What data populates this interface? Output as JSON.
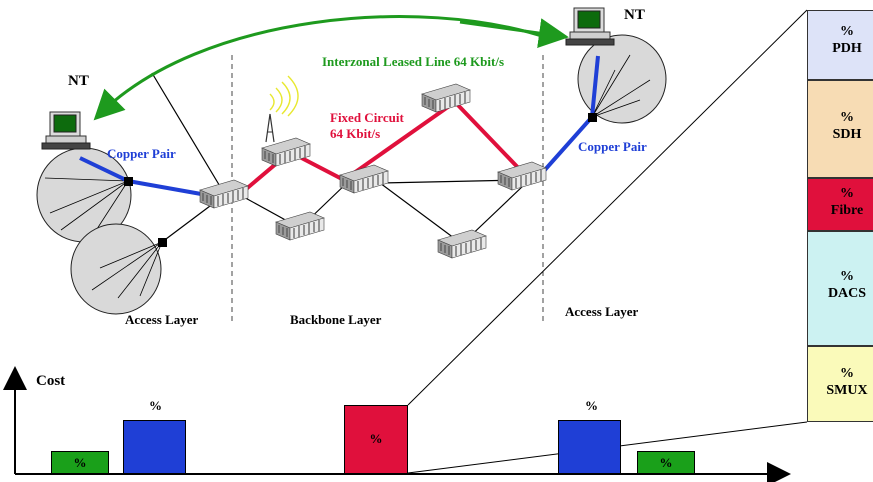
{
  "labels": {
    "nt_left": "NT",
    "nt_right": "NT",
    "copper_left": "Copper Pair",
    "copper_right": "Copper Pair",
    "interzonal": "Interzonal Leased Line 64 Kbit/s",
    "fixed_circuit_1": "Fixed Circuit",
    "fixed_circuit_2": "64 Kbit/s",
    "access_left": "Access Layer",
    "backbone": "Backbone Layer",
    "access_right": "Access Layer",
    "cost": "Cost"
  },
  "bars": [
    {
      "label": "%",
      "label_inside": true,
      "color": "#1aa01a"
    },
    {
      "label": "%",
      "label_inside": false,
      "color": "#1f3fd6"
    },
    {
      "label": "%",
      "label_inside": true,
      "color": "#e0103c"
    },
    {
      "label": "%",
      "label_inside": false,
      "color": "#1f3fd6"
    },
    {
      "label": "%",
      "label_inside": true,
      "color": "#1aa01a"
    }
  ],
  "stack": [
    {
      "pct": "%",
      "name": "PDH",
      "color": "#dde3f8"
    },
    {
      "pct": "%",
      "name": "SDH",
      "color": "#f7dcb4"
    },
    {
      "pct": "%",
      "name": "Fibre",
      "color": "#e0103c"
    },
    {
      "pct": "%",
      "name": "DACS",
      "color": "#ccf2f2"
    },
    {
      "pct": "%",
      "name": "SMUX",
      "color": "#fafaba"
    }
  ],
  "colors": {
    "copper": "#1f3fd6",
    "fixed_circuit": "#e0103c",
    "interzonal_arrow": "#1e9a1e",
    "zone_fill": "#d9d9d9"
  }
}
